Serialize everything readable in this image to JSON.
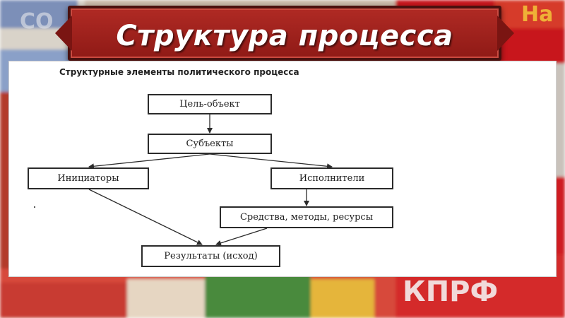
{
  "slide": {
    "title": "Структура процесса",
    "heading": "Структурные элементы политического процесса"
  },
  "diagram": {
    "nodes": {
      "goal": "Цель-объект",
      "subjects": "Субъекты",
      "initiators": "Инициаторы",
      "executors": "Исполнители",
      "means": "Средства, методы, ресурсы",
      "results": "Результаты (исход)"
    },
    "edges": [
      [
        "goal",
        "subjects"
      ],
      [
        "subjects",
        "initiators"
      ],
      [
        "subjects",
        "executors"
      ],
      [
        "executors",
        "means"
      ],
      [
        "initiators",
        "results"
      ],
      [
        "means",
        "results"
      ]
    ]
  },
  "background": {
    "poster_text": "КПРФ",
    "colors": {
      "banner": "#9e211c",
      "poster_red": "#c8161d"
    }
  }
}
